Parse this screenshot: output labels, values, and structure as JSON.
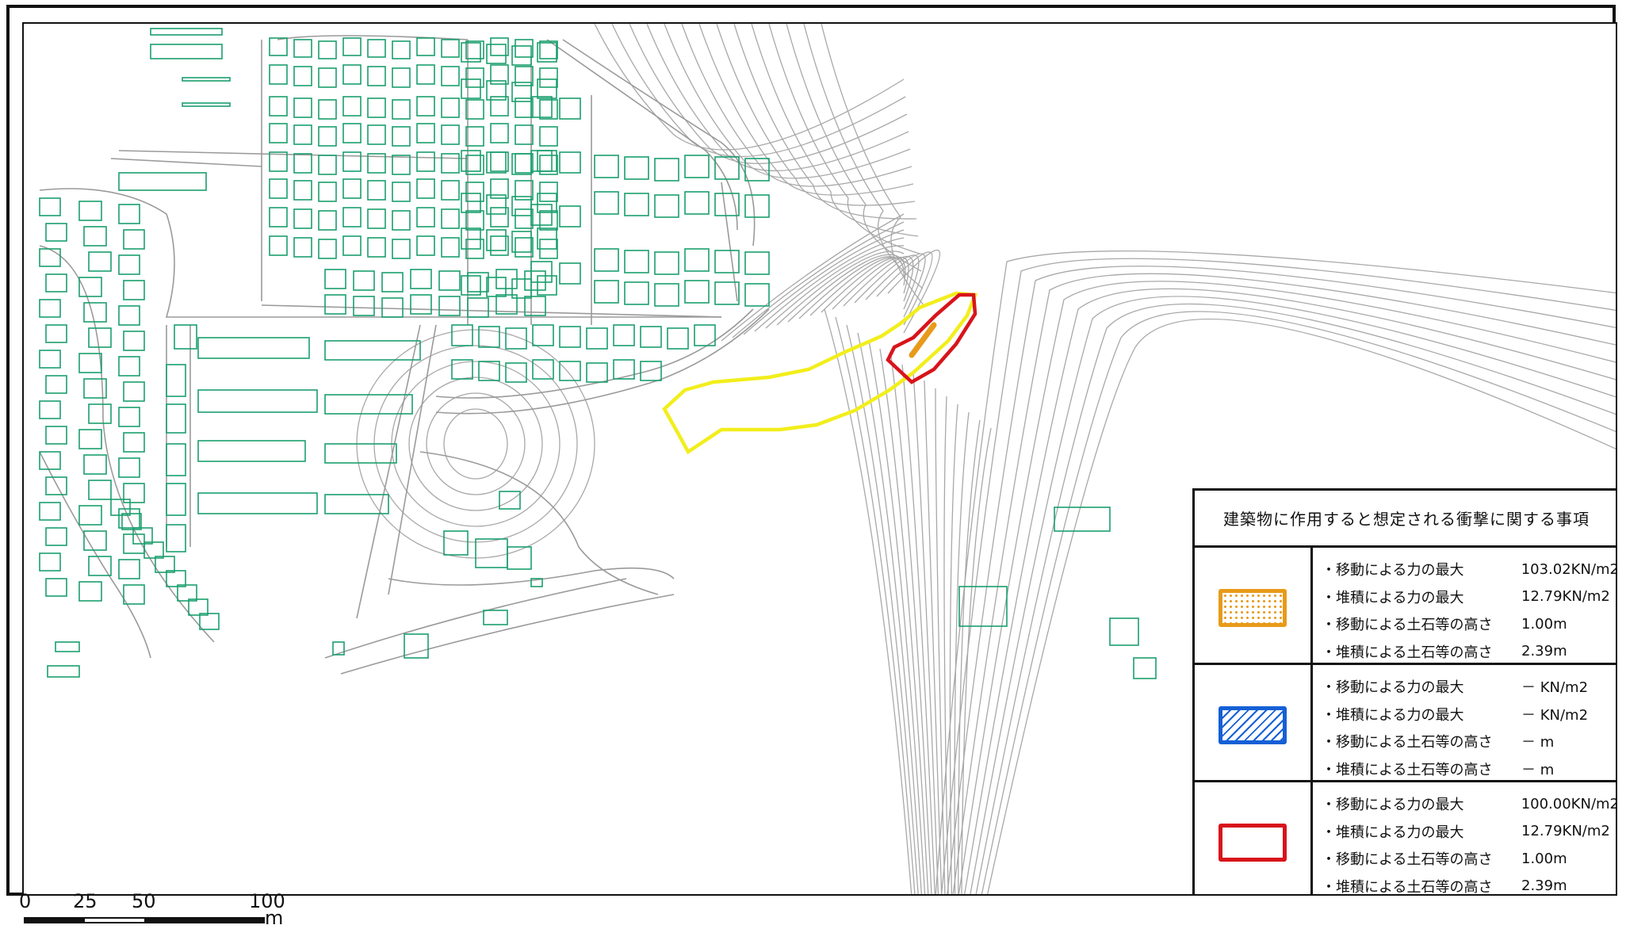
{
  "legend": {
    "title": "建築物に作用すると想定される衝撃に関する事項",
    "rows": [
      {
        "swatch": "orange-dotted",
        "items": [
          {
            "label": "・移動による力の最大",
            "value": "103.02KN/m2"
          },
          {
            "label": "・堆積による力の最大",
            "value": "12.79KN/m2"
          },
          {
            "label": "・移動による土石等の高さ",
            "value": "1.00m"
          },
          {
            "label": "・堆積による土石等の高さ",
            "value": "2.39m"
          }
        ]
      },
      {
        "swatch": "blue-hatched",
        "items": [
          {
            "label": "・移動による力の最大",
            "value": "－ KN/m2"
          },
          {
            "label": "・堆積による力の最大",
            "value": "－ KN/m2"
          },
          {
            "label": "・移動による土石等の高さ",
            "value": "－ m"
          },
          {
            "label": "・堆積による土石等の高さ",
            "value": "－ m"
          }
        ]
      },
      {
        "swatch": "red-outline",
        "items": [
          {
            "label": "・移動による力の最大",
            "value": "100.00KN/m2"
          },
          {
            "label": "・堆積による力の最大",
            "value": "12.79KN/m2"
          },
          {
            "label": "・移動による土石等の高さ",
            "value": "1.00m"
          },
          {
            "label": "・堆積による土石等の高さ",
            "value": "2.39m"
          }
        ]
      }
    ]
  },
  "scale": {
    "ticks": [
      "0",
      "25",
      "50",
      "100"
    ],
    "unit": "m"
  },
  "colors": {
    "building": "#1a9f6e",
    "road": "#9a9a9a",
    "contour": "#a8a8a8",
    "yellow_zone": "#f2ee1c",
    "red_zone": "#d8141b",
    "orange_zone": "#e89a1a",
    "blue_zone": "#1560d6"
  }
}
